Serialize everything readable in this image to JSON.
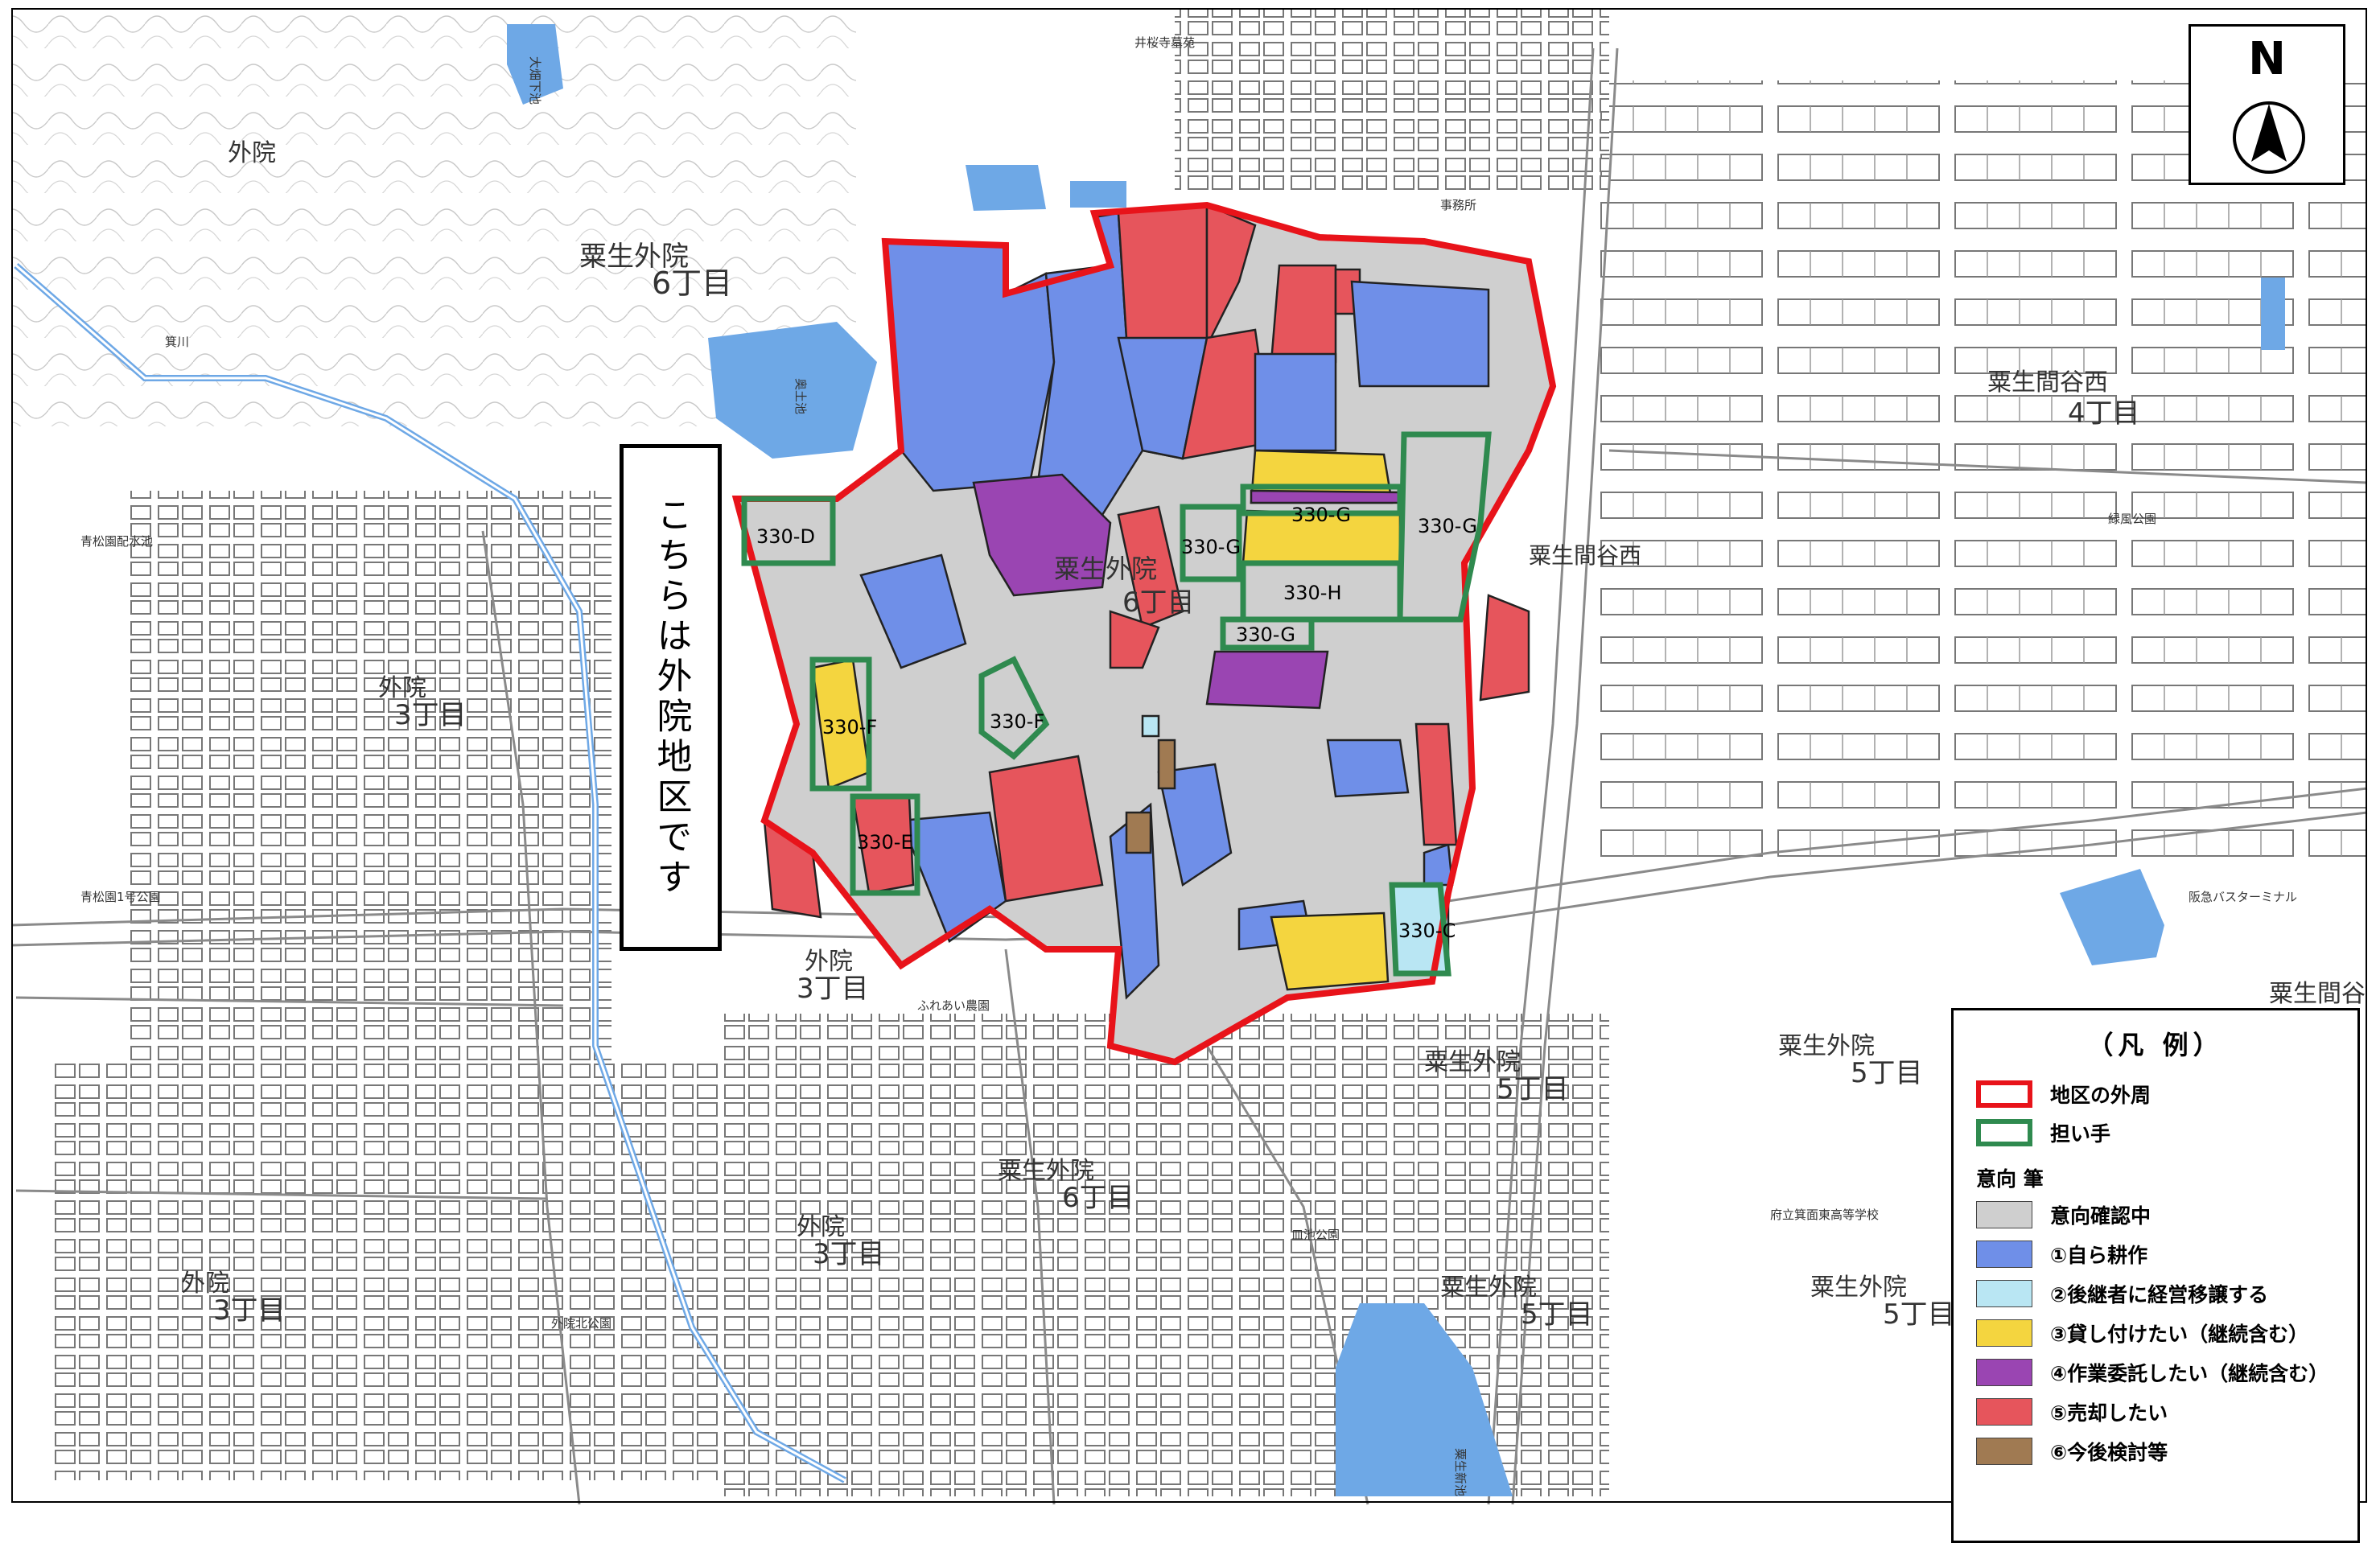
{
  "colors": {
    "perimeter": "#e8131a",
    "bearer": "#2f8a4f",
    "unconfirmed": "#cfcfcf",
    "self_farming": "#6f8fe8",
    "succession": "#b9e6f3",
    "lease": "#f4d53f",
    "outsourcing": "#9a45b2",
    "sell": "#e6555c",
    "undecided": "#a07a52",
    "water": "#6ea8e6",
    "road_line": "#7a7a7a"
  },
  "north_arrow": {
    "letter": "N",
    "icon": "north-arrow-icon"
  },
  "callout": {
    "text": "こちらは外院地区です"
  },
  "legend": {
    "title": "（凡 例）",
    "perimeter_label": "地区の外周",
    "bearer_label": "担い手",
    "section_heading": "意向 筆",
    "items": [
      {
        "label": "意向確認中",
        "color": "#cfcfcf"
      },
      {
        "label": "①自ら耕作",
        "color": "#6f8fe8"
      },
      {
        "label": "②後継者に経営移譲する",
        "color": "#b9e6f3"
      },
      {
        "label": "③貸し付けたい（継続含む）",
        "color": "#f4d53f"
      },
      {
        "label": "④作業委託したい（継続含む）",
        "color": "#9a45b2"
      },
      {
        "label": "⑤売却したい",
        "color": "#e6555c"
      },
      {
        "label": "⑥今後検討等",
        "color": "#a07a52"
      }
    ]
  },
  "plot_labels": [
    "330-D",
    "330-G",
    "330-G",
    "330-G",
    "330-G",
    "330-H",
    "330-F",
    "330-F",
    "330-E",
    "330-C"
  ],
  "place_labels": [
    "外院",
    "粟生外院",
    "6丁目",
    "粟生間谷西",
    "4丁目",
    "粟生外院",
    "6丁目",
    "粟生間谷西",
    "外院",
    "3丁目",
    "外院",
    "3丁目",
    "粟生外院",
    "5丁目",
    "粟生外院",
    "5丁目",
    "粟生外院",
    "6丁目",
    "外院",
    "3丁目",
    "外院",
    "3丁目",
    "粟生外院",
    "5丁目",
    "粟生外院",
    "5丁目",
    "粟生間谷"
  ],
  "small_labels": [
    "大畑下池",
    "奥土池",
    "青松園配水池",
    "青松園1号公園",
    "ふれあい農園",
    "皿池公園",
    "粟生新池",
    "府立箕面東高等学校",
    "阪急バスターミナル",
    "緑風公園",
    "外院北公園",
    "事務所",
    "箕川",
    "井桜寺墓苑"
  ]
}
